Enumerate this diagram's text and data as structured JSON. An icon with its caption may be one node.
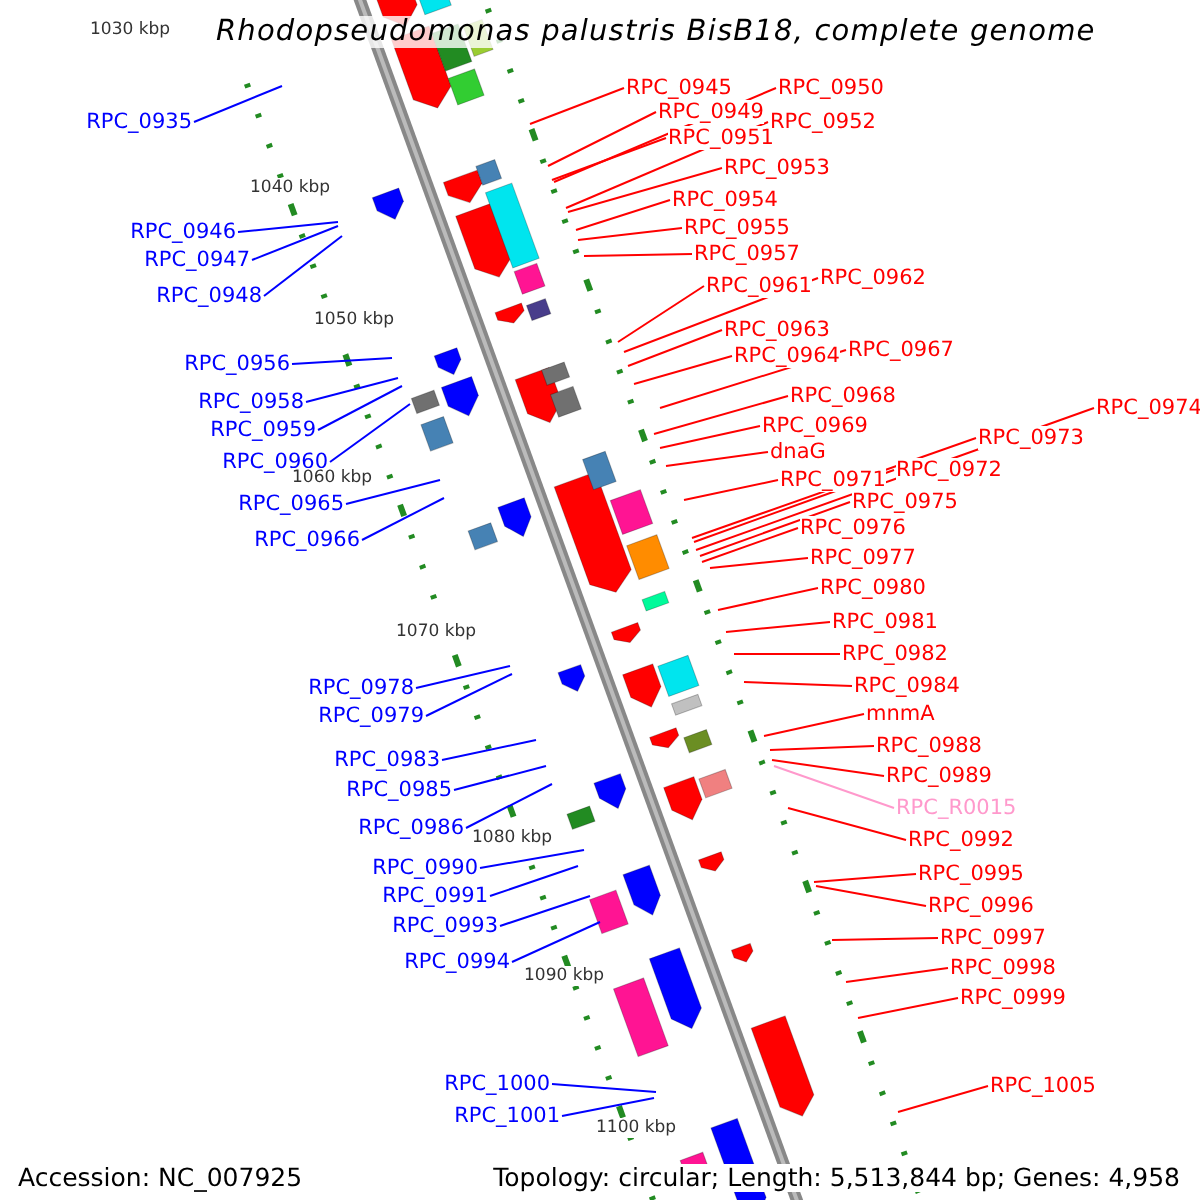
{
  "diagram": {
    "title": "Rhodopseudomonas palustris BisB18, complete genome",
    "nodes": [
      {
        "text": [
          "RPC_0935"
        ]
      },
      {
        "text": [
          "RPC_0946"
        ]
      },
      {
        "text": [
          "RPC_0947"
        ]
      },
      {
        "text": [
          "RPC_0948"
        ]
      },
      {
        "text": [
          "RPC_0956"
        ]
      },
      {
        "text": [
          "RPC_0958"
        ]
      },
      {
        "text": [
          "RPC_0959"
        ]
      },
      {
        "text": [
          "RPC_0960"
        ]
      },
      {
        "text": [
          "RPC_0965"
        ]
      },
      {
        "text": [
          "RPC_0966"
        ]
      },
      {
        "text": [
          "RPC_0978"
        ]
      },
      {
        "text": [
          "RPC_0979"
        ]
      },
      {
        "text": [
          "RPC_0983"
        ]
      },
      {
        "text": [
          "RPC_0985"
        ]
      },
      {
        "text": [
          "RPC_0986"
        ]
      },
      {
        "text": [
          "RPC_0990"
        ]
      },
      {
        "text": [
          "RPC_0991"
        ]
      },
      {
        "text": [
          "RPC_0993"
        ]
      },
      {
        "text": [
          "RPC_0994"
        ]
      },
      {
        "text": [
          "RPC_1000"
        ]
      },
      {
        "text": [
          "RPC_1001"
        ]
      },
      {
        "text": [
          "RPC_0945"
        ]
      },
      {
        "text": [
          "RPC_0949"
        ]
      },
      {
        "text": [
          "RPC_0950"
        ]
      },
      {
        "text": [
          "RPC_0951"
        ]
      },
      {
        "text": [
          "RPC_0952"
        ]
      },
      {
        "text": [
          "RPC_0953"
        ]
      },
      {
        "text": [
          "RPC_0954"
        ]
      },
      {
        "text": [
          "RPC_0955"
        ]
      },
      {
        "text": [
          "RPC_0957"
        ]
      },
      {
        "text": [
          "RPC_0961"
        ]
      },
      {
        "text": [
          "RPC_0962"
        ]
      },
      {
        "text": [
          "RPC_0963"
        ]
      },
      {
        "text": [
          "RPC_0964"
        ]
      },
      {
        "text": [
          "RPC_0967"
        ]
      },
      {
        "text": [
          "RPC_0968"
        ]
      },
      {
        "text": [
          "RPC_0969"
        ]
      },
      {
        "text": [
          "dnaG"
        ]
      },
      {
        "text": [
          "RPC_0971"
        ]
      },
      {
        "text": [
          "RPC_0972"
        ]
      },
      {
        "text": [
          "RPC_0973"
        ]
      },
      {
        "text": [
          "RPC_0974"
        ]
      },
      {
        "text": [
          "RPC_0975"
        ]
      },
      {
        "text": [
          "RPC_0976"
        ]
      },
      {
        "text": [
          "RPC_0977"
        ]
      },
      {
        "text": [
          "RPC_0980"
        ]
      },
      {
        "text": [
          "RPC_0981"
        ]
      },
      {
        "text": [
          "RPC_0982"
        ]
      },
      {
        "text": [
          "RPC_0984"
        ]
      },
      {
        "text": [
          "mnmA"
        ]
      },
      {
        "text": [
          "RPC_0988"
        ]
      },
      {
        "text": [
          "RPC_0989"
        ]
      },
      {
        "text": [
          "RPC_R0015"
        ]
      },
      {
        "text": [
          "RPC_0992"
        ]
      },
      {
        "text": [
          "RPC_0995"
        ]
      },
      {
        "text": [
          "RPC_0996"
        ]
      },
      {
        "text": [
          "RPC_0997"
        ]
      },
      {
        "text": [
          "RPC_0998"
        ]
      },
      {
        "text": [
          "RPC_0999"
        ]
      },
      {
        "text": [
          "RPC_1005"
        ]
      }
    ],
    "edges": [
      {
        "from": 0,
        "to": null,
        "arrow": "none",
        "color": "#0000ff"
      },
      {
        "from": 1,
        "to": null,
        "arrow": "none",
        "color": "#0000ff"
      },
      {
        "from": 2,
        "to": null,
        "arrow": "none",
        "color": "#0000ff"
      },
      {
        "from": 3,
        "to": null,
        "arrow": "none",
        "color": "#0000ff"
      },
      {
        "from": 4,
        "to": null,
        "arrow": "none",
        "color": "#0000ff"
      },
      {
        "from": 5,
        "to": null,
        "arrow": "none",
        "color": "#0000ff"
      },
      {
        "from": 6,
        "to": null,
        "arrow": "none",
        "color": "#0000ff"
      },
      {
        "from": 7,
        "to": null,
        "arrow": "none",
        "color": "#0000ff"
      },
      {
        "from": 8,
        "to": null,
        "arrow": "none",
        "color": "#0000ff"
      },
      {
        "from": 9,
        "to": null,
        "arrow": "none",
        "color": "#0000ff"
      },
      {
        "from": 10,
        "to": null,
        "arrow": "none",
        "color": "#0000ff"
      },
      {
        "from": 11,
        "to": null,
        "arrow": "none",
        "color": "#0000ff"
      },
      {
        "from": 12,
        "to": null,
        "arrow": "none",
        "color": "#0000ff"
      },
      {
        "from": 13,
        "to": null,
        "arrow": "none",
        "color": "#0000ff"
      },
      {
        "from": 14,
        "to": null,
        "arrow": "none",
        "color": "#0000ff"
      },
      {
        "from": 15,
        "to": null,
        "arrow": "none",
        "color": "#0000ff"
      },
      {
        "from": 16,
        "to": null,
        "arrow": "none",
        "color": "#0000ff"
      },
      {
        "from": 17,
        "to": null,
        "arrow": "none",
        "color": "#0000ff"
      },
      {
        "from": 18,
        "to": null,
        "arrow": "none",
        "color": "#0000ff"
      },
      {
        "from": 19,
        "to": null,
        "arrow": "none",
        "color": "#0000ff"
      },
      {
        "from": 20,
        "to": null,
        "arrow": "none",
        "color": "#0000ff"
      },
      {
        "from": 21,
        "to": null,
        "arrow": "none"
      },
      {
        "from": 22,
        "to": null,
        "arrow": "none"
      },
      {
        "from": 23,
        "to": null,
        "arrow": "none"
      },
      {
        "from": 24,
        "to": null,
        "arrow": "none"
      },
      {
        "from": 25,
        "to": null,
        "arrow": "none"
      },
      {
        "from": 26,
        "to": null,
        "arrow": "none"
      },
      {
        "from": 27,
        "to": null,
        "arrow": "none"
      },
      {
        "from": 28,
        "to": null,
        "arrow": "none"
      },
      {
        "from": 29,
        "to": null,
        "arrow": "none"
      },
      {
        "from": 30,
        "to": null,
        "arrow": "none"
      },
      {
        "from": 31,
        "to": null,
        "arrow": "none"
      },
      {
        "from": 32,
        "to": null,
        "arrow": "none"
      },
      {
        "from": 33,
        "to": null,
        "arrow": "none"
      },
      {
        "from": 34,
        "to": null,
        "arrow": "none"
      },
      {
        "from": 35,
        "to": null,
        "arrow": "none"
      },
      {
        "from": 36,
        "to": null,
        "arrow": "none"
      },
      {
        "from": 37,
        "to": null,
        "arrow": "none"
      },
      {
        "from": 38,
        "to": null,
        "arrow": "none"
      },
      {
        "from": 39,
        "to": null,
        "arrow": "none"
      },
      {
        "from": 40,
        "to": null,
        "arrow": "none"
      },
      {
        "from": 41,
        "to": null,
        "arrow": "none"
      },
      {
        "from": 42,
        "to": null,
        "arrow": "none"
      },
      {
        "from": 43,
        "to": null,
        "arrow": "none"
      },
      {
        "from": 44,
        "to": null,
        "arrow": "none"
      },
      {
        "from": 45,
        "to": null,
        "arrow": "none"
      },
      {
        "from": 46,
        "to": null,
        "arrow": "none"
      },
      {
        "from": 47,
        "to": null,
        "arrow": "none"
      },
      {
        "from": 48,
        "to": null,
        "arrow": "none"
      },
      {
        "from": 49,
        "to": null,
        "arrow": "none"
      },
      {
        "from": 50,
        "to": null,
        "arrow": "none"
      },
      {
        "from": 51,
        "to": null,
        "arrow": "none"
      },
      {
        "from": 52,
        "to": null,
        "arrow": "none",
        "color": "#ff99cc"
      },
      {
        "from": 53,
        "to": null,
        "arrow": "none"
      },
      {
        "from": 54,
        "to": null,
        "arrow": "none"
      },
      {
        "from": 55,
        "to": null,
        "arrow": "none"
      },
      {
        "from": 56,
        "to": null,
        "arrow": "none"
      },
      {
        "from": 57,
        "to": null,
        "arrow": "none"
      },
      {
        "from": 58,
        "to": null,
        "arrow": "none"
      },
      {
        "from": 59,
        "to": null,
        "arrow": "none"
      }
    ],
    "labels": [
      "1030 kbp",
      "1040 kbp",
      "1050 kbp",
      "1060 kbp",
      "1070 kbp",
      "1080 kbp",
      "1090 kbp",
      "1100 kbp",
      "Accession: NC_007925",
      "Topology: circular; Length: 5,513,844 bp; Genes: 4,958"
    ]
  }
}
